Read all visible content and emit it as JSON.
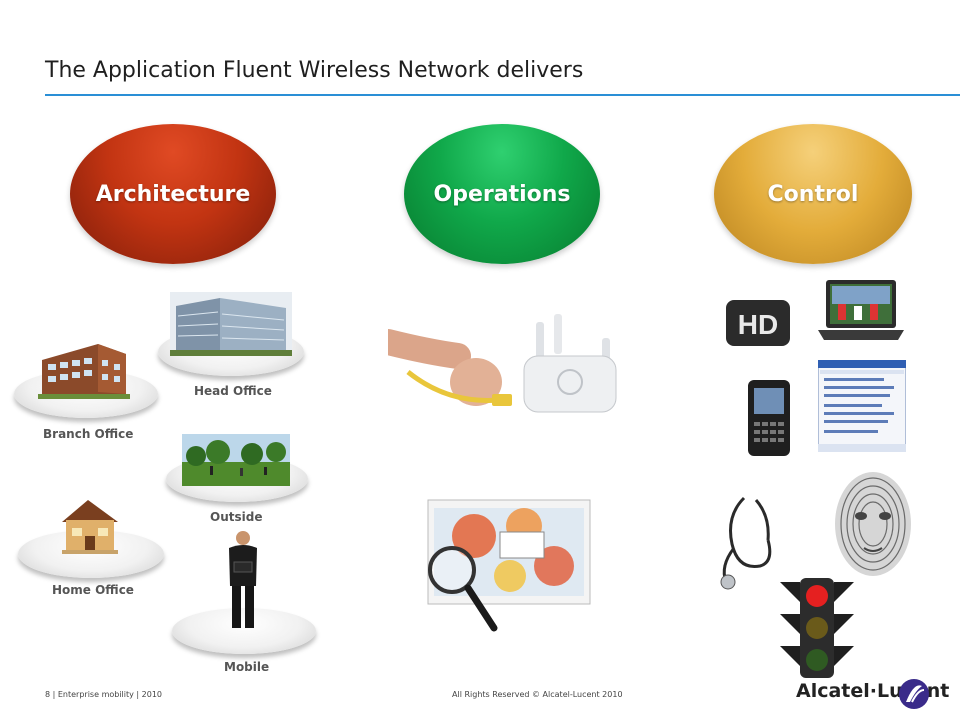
{
  "slide": {
    "title": "The Application Fluent Wireless Network delivers"
  },
  "pillars": {
    "architecture": "Architecture",
    "operations": "Operations",
    "control": "Control"
  },
  "locations": {
    "branch_office": "Branch Office",
    "head_office": "Head Office",
    "outside": "Outside",
    "home_office": "Home Office",
    "mobile": "Mobile"
  },
  "control_items": {
    "hd_badge": "HD"
  },
  "footer": {
    "left": "8 | Enterprise mobility | 2010",
    "center": "All Rights Reserved © Alcatel-Lucent 2010",
    "brand": "Alcatel·Lucent"
  },
  "colors": {
    "title_rule": "#2a8fd6",
    "architecture": "#c23412",
    "operations": "#10a84a",
    "control": "#e3ac3a"
  }
}
